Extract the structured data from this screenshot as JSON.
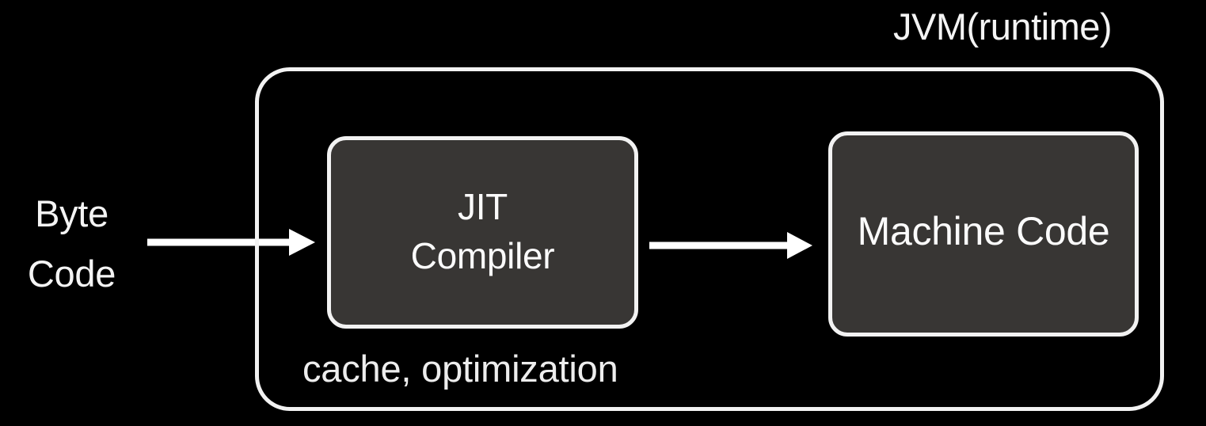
{
  "diagram": {
    "type": "flow-diagram",
    "background_color": "#000000",
    "title": "JVM(runtime)",
    "input": {
      "line1": "Byte",
      "line2": "Code"
    },
    "container": {
      "label": "JVM(runtime)",
      "border_color": "#f2f2f2",
      "footnote": "cache, optimization"
    },
    "nodes": [
      {
        "id": "jit-compiler",
        "line1": "JIT",
        "line2": "Compiler",
        "fill_color": "#383634",
        "border_color": "#f2f2f2",
        "text_color": "#fbfbfb"
      },
      {
        "id": "machine-code",
        "label": "Machine Code",
        "fill_color": "#383634",
        "border_color": "#f2f2f2",
        "text_color": "#fbfbfb"
      }
    ],
    "arrows": [
      {
        "id": "arrow-bytecode-to-jit",
        "from": "Byte Code",
        "to": "JIT Compiler",
        "color": "#ffffff"
      },
      {
        "id": "arrow-jit-to-machine",
        "from": "JIT Compiler",
        "to": "Machine Code",
        "color": "#ffffff"
      }
    ]
  }
}
